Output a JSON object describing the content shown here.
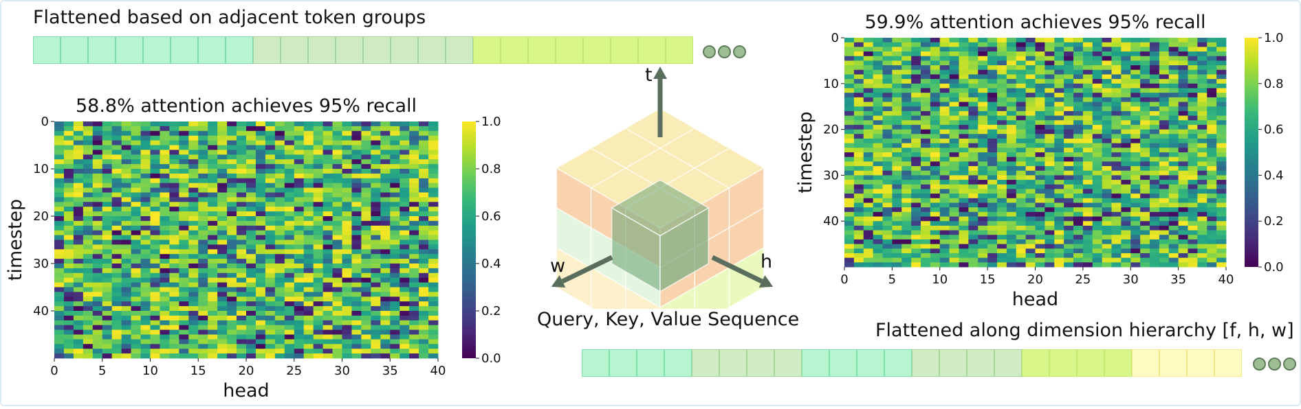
{
  "top_strip": {
    "title": "Flattened based on adjacent token groups",
    "groups": [
      {
        "count": 8,
        "fill": "#b6f5d0",
        "stroke": "#7ee0a8"
      },
      {
        "count": 8,
        "fill": "#cfecc4",
        "stroke": "#a6d59a"
      },
      {
        "count": 8,
        "fill": "#d8f58a",
        "stroke": "#c3e86c"
      }
    ]
  },
  "bottom_strip": {
    "title": "Flattened along dimension hierarchy [f, h, w]",
    "groups": [
      {
        "count": 4,
        "fill": "#b6f5d0",
        "stroke": "#7ee0a8"
      },
      {
        "count": 4,
        "fill": "#cfecc4",
        "stroke": "#a6d59a"
      },
      {
        "count": 4,
        "fill": "#b6f5d0",
        "stroke": "#7ee0a8"
      },
      {
        "count": 4,
        "fill": "#cfecc4",
        "stroke": "#a6d59a"
      },
      {
        "count": 4,
        "fill": "#d8f58a",
        "stroke": "#c3e86c"
      },
      {
        "count": 4,
        "fill": "#fffbc2",
        "stroke": "#f2e88a"
      }
    ]
  },
  "cube": {
    "caption": "Query, Key, Value Sequence",
    "axis_t": "t",
    "axis_w": "w",
    "axis_h": "h",
    "colors": {
      "top": "#f6dc7c",
      "right": "#f4ae6c",
      "left": "#cdeec4",
      "bottom": "#fbe6a2",
      "inner": "#6fa87a",
      "arrow": "#5a6e5e"
    }
  },
  "chart_data": [
    {
      "type": "heatmap",
      "title": "58.8% attention achieves 95% recall",
      "xlabel": "head",
      "ylabel": "timestep",
      "x_ticks": [
        0,
        5,
        10,
        15,
        20,
        25,
        30,
        35,
        40
      ],
      "y_ticks": [
        0,
        10,
        20,
        30,
        40
      ],
      "xlim": [
        0,
        40
      ],
      "ylim": [
        0,
        50
      ],
      "colorbar_ticks": [
        "0.0",
        "0.2",
        "0.4",
        "0.6",
        "0.8",
        "1.0"
      ],
      "colorbar_range": [
        0.0,
        1.0
      ],
      "colormap": "viridis",
      "seed": 11
    },
    {
      "type": "heatmap",
      "title": "59.9% attention achieves 95% recall",
      "xlabel": "head",
      "ylabel": "timestep",
      "x_ticks": [
        0,
        5,
        10,
        15,
        20,
        25,
        30,
        35,
        40
      ],
      "y_ticks": [
        0,
        10,
        20,
        30,
        40
      ],
      "xlim": [
        0,
        40
      ],
      "ylim": [
        0,
        50
      ],
      "colorbar_ticks": [
        "0.0",
        "0.2",
        "0.4",
        "0.6",
        "0.8",
        "1.0"
      ],
      "colorbar_range": [
        0.0,
        1.0
      ],
      "colormap": "viridis",
      "seed": 29
    }
  ]
}
